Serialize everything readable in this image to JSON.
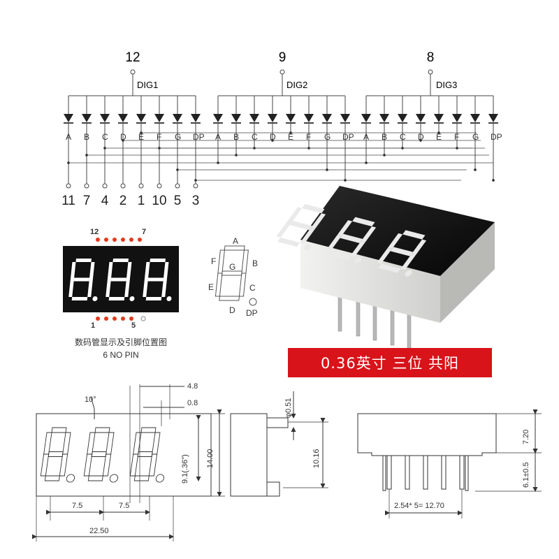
{
  "schematic": {
    "digits": [
      {
        "label": "DIG1",
        "pin": "12"
      },
      {
        "label": "DIG2",
        "pin": "9"
      },
      {
        "label": "DIG3",
        "pin": "8"
      }
    ],
    "segments": [
      "A",
      "B",
      "C",
      "D",
      "E",
      "F",
      "G",
      "DP"
    ],
    "bottom_pins": [
      "11",
      "7",
      "4",
      "2",
      "1",
      "10",
      "5",
      "3"
    ]
  },
  "front_view": {
    "top_pins": {
      "left": "12",
      "right": "7"
    },
    "bottom_pins": {
      "left": "1",
      "right": "5"
    },
    "caption": "数码管显示及引脚位置图",
    "no_pin_note": "6 NO PIN"
  },
  "segment_map": {
    "labels": [
      "A",
      "B",
      "C",
      "D",
      "E",
      "F",
      "G",
      "DP"
    ]
  },
  "banner": "0.36英寸 三位 共阳",
  "dimensions": {
    "angle": "10°",
    "segment_width": "4.8",
    "segment_gap": "0.8",
    "digit_height": "9.1(.36\")",
    "body_height": "14.00",
    "digit_pitch_1": "7.5",
    "digit_pitch_2": "7.5",
    "body_width": "22.50",
    "pin_diameter": "φ0.51",
    "pin_row_spacing": "10.16",
    "body_depth": "7.20",
    "pin_length": "6.1±0.5",
    "pin_pitch": "2.54* 5= 12.70"
  },
  "colors": {
    "banner_bg": "#d8131a",
    "led_segment": "#ffffff",
    "display_face": "#111111",
    "pin_dot": "#e03a1e"
  }
}
